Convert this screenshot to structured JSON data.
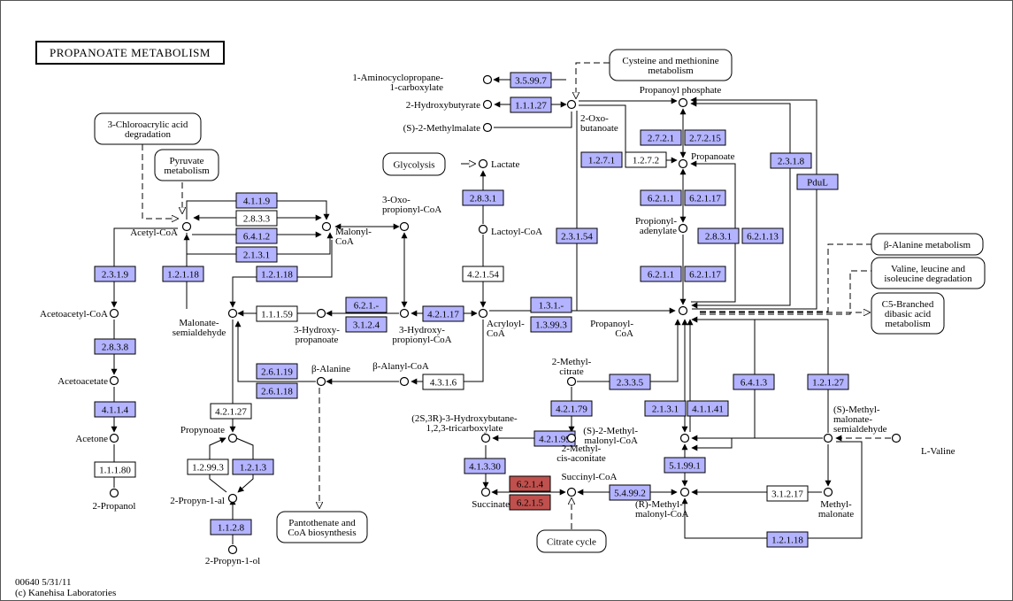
{
  "title": "PROPANOATE METABOLISM",
  "footer": {
    "id_date": "00640 5/31/11",
    "copyright": "(c) Kanehisa Laboratories"
  },
  "colors": {
    "present": "#b3b3ff",
    "absent": "#ffffff",
    "highlight": "#c0504d",
    "line": "#000000"
  },
  "maps": [
    {
      "id": "m1",
      "lines": [
        "3-Chloroacrylic acid",
        "degradation"
      ]
    },
    {
      "id": "m2",
      "lines": [
        "Pyruvate",
        "metabolism"
      ]
    },
    {
      "id": "m3",
      "lines": [
        "Cysteine and methionine",
        "metabolism"
      ]
    },
    {
      "id": "m4",
      "lines": [
        "Glycolysis"
      ]
    },
    {
      "id": "m5",
      "lines": [
        "β-Alanine metabolism"
      ]
    },
    {
      "id": "m6",
      "lines": [
        "Valine, leucine and",
        "isoleucine degradation"
      ]
    },
    {
      "id": "m7",
      "lines": [
        "C5-Branched",
        "dibasic acid",
        "metabolism"
      ]
    },
    {
      "id": "m8",
      "lines": [
        "Pantothenate and",
        "CoA biosynthesis"
      ]
    },
    {
      "id": "m9",
      "lines": [
        "Citrate cycle"
      ]
    }
  ],
  "compounds": [
    {
      "id": "c1",
      "lines": [
        "Acetyl-CoA"
      ]
    },
    {
      "id": "c2",
      "lines": [
        "Malonyl-",
        "CoA"
      ]
    },
    {
      "id": "c3",
      "lines": [
        "3-Oxo-",
        "propionyl-CoA"
      ]
    },
    {
      "id": "c4",
      "lines": [
        "Acetoacetyl-CoA"
      ]
    },
    {
      "id": "c5",
      "lines": [
        "Acetoacetate"
      ]
    },
    {
      "id": "c6",
      "lines": [
        "Acetone"
      ]
    },
    {
      "id": "c7",
      "lines": [
        "2-Propanol"
      ]
    },
    {
      "id": "c8",
      "lines": [
        "Malonate-",
        "semialdehyde"
      ]
    },
    {
      "id": "c9",
      "lines": [
        "3-Hydroxy-",
        "propanoate"
      ]
    },
    {
      "id": "c10",
      "lines": [
        "3-Hydroxy-",
        "propionyl-CoA"
      ]
    },
    {
      "id": "c11",
      "lines": [
        "Acryloyl-",
        "CoA"
      ]
    },
    {
      "id": "c12",
      "lines": [
        "β-Alanine"
      ]
    },
    {
      "id": "c13",
      "lines": [
        "β-Alanyl-CoA"
      ]
    },
    {
      "id": "c14",
      "lines": [
        "Propynoate"
      ]
    },
    {
      "id": "c15",
      "lines": [
        "2-Propyn-1-al"
      ]
    },
    {
      "id": "c16",
      "lines": [
        "2-Propyn-1-ol"
      ]
    },
    {
      "id": "c17",
      "lines": [
        "Lactate"
      ]
    },
    {
      "id": "c18",
      "lines": [
        "Lactoyl-CoA"
      ]
    },
    {
      "id": "c19",
      "lines": [
        "1-Aminocyclopropane-",
        "1-carboxylate"
      ]
    },
    {
      "id": "c20",
      "lines": [
        "2-Hydroxybutyrate"
      ]
    },
    {
      "id": "c21",
      "lines": [
        "(S)-2-Methylmalate"
      ]
    },
    {
      "id": "c22",
      "lines": [
        "2-Oxo-",
        "butanoate"
      ]
    },
    {
      "id": "c23",
      "lines": [
        "Propanoyl phosphate"
      ]
    },
    {
      "id": "c24",
      "lines": [
        "Propanoate"
      ]
    },
    {
      "id": "c25",
      "lines": [
        "Propionyl-",
        "adenylate"
      ]
    },
    {
      "id": "c26",
      "lines": [
        "Propanoyl-",
        "CoA"
      ]
    },
    {
      "id": "c27",
      "lines": [
        "2-Methyl-",
        "citrate"
      ]
    },
    {
      "id": "c28",
      "lines": [
        "(2S,3R)-3-Hydroxybutane-",
        "1,2,3-tricarboxylate"
      ]
    },
    {
      "id": "c29",
      "lines": [
        "2-Methyl-",
        "cis-aconitate"
      ]
    },
    {
      "id": "c30",
      "lines": [
        "Succinate"
      ]
    },
    {
      "id": "c31",
      "lines": [
        "Succinyl-CoA"
      ]
    },
    {
      "id": "c32",
      "lines": [
        "(S)-2-Methyl-",
        "malonyl-CoA"
      ]
    },
    {
      "id": "c33",
      "lines": [
        "(R)-Methyl-",
        "malonyl-CoA"
      ]
    },
    {
      "id": "c34",
      "lines": [
        "Methyl-",
        "malonate"
      ]
    },
    {
      "id": "c35",
      "lines": [
        "(S)-Methyl-",
        "malonate-",
        "semialdehyde"
      ]
    },
    {
      "id": "c36",
      "lines": [
        "L-Valine"
      ]
    }
  ],
  "enzymes": [
    {
      "id": "e1",
      "label": "4.1.1.9",
      "state": "present"
    },
    {
      "id": "e2",
      "label": "2.8.3.3",
      "state": "absent"
    },
    {
      "id": "e3",
      "label": "6.4.1.2",
      "state": "present"
    },
    {
      "id": "e4",
      "label": "2.1.3.1",
      "state": "present"
    },
    {
      "id": "e5",
      "label": "2.3.1.9",
      "state": "present"
    },
    {
      "id": "e6",
      "label": "1.2.1.18",
      "state": "present"
    },
    {
      "id": "e7",
      "label": "1.2.1.18",
      "state": "present"
    },
    {
      "id": "e8",
      "label": "2.8.3.8",
      "state": "present"
    },
    {
      "id": "e9",
      "label": "4.1.1.4",
      "state": "present"
    },
    {
      "id": "e10",
      "label": "1.1.1.80",
      "state": "absent"
    },
    {
      "id": "e11",
      "label": "1.1.1.59",
      "state": "absent"
    },
    {
      "id": "e12",
      "label": "6.2.1.-",
      "state": "present"
    },
    {
      "id": "e13",
      "label": "3.1.2.4",
      "state": "present"
    },
    {
      "id": "e14",
      "label": "4.2.1.17",
      "state": "present"
    },
    {
      "id": "e15",
      "label": "1.3.1.-",
      "state": "present"
    },
    {
      "id": "e16",
      "label": "1.3.99.3",
      "state": "present"
    },
    {
      "id": "e17",
      "label": "2.6.1.19",
      "state": "present"
    },
    {
      "id": "e18",
      "label": "2.6.1.18",
      "state": "present"
    },
    {
      "id": "e19",
      "label": "4.3.1.6",
      "state": "absent"
    },
    {
      "id": "e20",
      "label": "4.2.1.27",
      "state": "absent"
    },
    {
      "id": "e21",
      "label": "1.2.99.3",
      "state": "absent"
    },
    {
      "id": "e22",
      "label": "1.2.1.3",
      "state": "present"
    },
    {
      "id": "e23",
      "label": "1.1.2.8",
      "state": "present"
    },
    {
      "id": "e24",
      "label": "2.8.3.1",
      "state": "present"
    },
    {
      "id": "e25",
      "label": "4.2.1.54",
      "state": "absent"
    },
    {
      "id": "e26",
      "label": "3.5.99.7",
      "state": "present"
    },
    {
      "id": "e27",
      "label": "1.1.1.27",
      "state": "present"
    },
    {
      "id": "e28",
      "label": "1.2.7.1",
      "state": "present"
    },
    {
      "id": "e29",
      "label": "1.2.7.2",
      "state": "absent"
    },
    {
      "id": "e30",
      "label": "2.3.1.54",
      "state": "present"
    },
    {
      "id": "e31",
      "label": "2.7.2.1",
      "state": "present"
    },
    {
      "id": "e32",
      "label": "2.7.2.15",
      "state": "present"
    },
    {
      "id": "e33",
      "label": "2.3.1.8",
      "state": "present"
    },
    {
      "id": "e34",
      "label": "PduL",
      "state": "present"
    },
    {
      "id": "e35",
      "label": "6.2.1.1",
      "state": "present"
    },
    {
      "id": "e36",
      "label": "6.2.1.17",
      "state": "present"
    },
    {
      "id": "e37",
      "label": "2.8.3.1",
      "state": "present"
    },
    {
      "id": "e38",
      "label": "6.2.1.13",
      "state": "present"
    },
    {
      "id": "e39",
      "label": "6.2.1.1",
      "state": "present"
    },
    {
      "id": "e40",
      "label": "6.2.1.17",
      "state": "present"
    },
    {
      "id": "e41",
      "label": "2.3.3.5",
      "state": "present"
    },
    {
      "id": "e42",
      "label": "4.2.1.79",
      "state": "present"
    },
    {
      "id": "e43",
      "label": "4.2.1.99",
      "state": "present"
    },
    {
      "id": "e44",
      "label": "4.1.3.30",
      "state": "present"
    },
    {
      "id": "e45",
      "label": "6.2.1.4",
      "state": "highlight"
    },
    {
      "id": "e46",
      "label": "6.2.1.5",
      "state": "highlight"
    },
    {
      "id": "e47",
      "label": "5.4.99.2",
      "state": "present"
    },
    {
      "id": "e48",
      "label": "2.1.3.1",
      "state": "present"
    },
    {
      "id": "e49",
      "label": "4.1.1.41",
      "state": "present"
    },
    {
      "id": "e50",
      "label": "6.4.1.3",
      "state": "present"
    },
    {
      "id": "e51",
      "label": "1.2.1.27",
      "state": "present"
    },
    {
      "id": "e52",
      "label": "5.1.99.1",
      "state": "present"
    },
    {
      "id": "e53",
      "label": "3.1.2.17",
      "state": "absent"
    },
    {
      "id": "e54",
      "label": "1.2.1.18",
      "state": "present"
    }
  ]
}
